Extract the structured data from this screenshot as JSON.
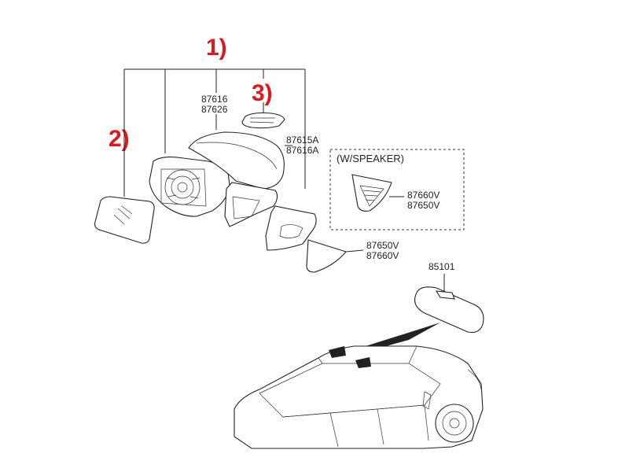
{
  "callouts": {
    "c1": "1)",
    "c2": "2)",
    "c3": "3)"
  },
  "parts": {
    "p87616": "87616",
    "p87626": "87626",
    "p87615a": "87615A",
    "p87616a": "87616A",
    "speaker_label": "(W/SPEAKER)",
    "sp_87660v": "87660V",
    "sp_87650v": "87650V",
    "gl_87650v": "87650V",
    "gl_87660v": "87660V",
    "p85101": "85101"
  },
  "colors": {
    "callout": "#e3171b",
    "line": "#222222"
  }
}
